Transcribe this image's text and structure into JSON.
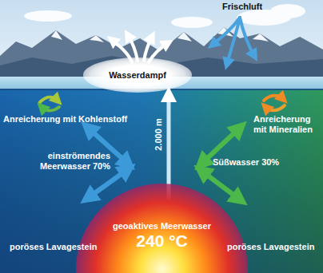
{
  "diagram": {
    "nodes": [
      {
        "text": [
          "Wasserdampf"
        ]
      },
      {
        "text": [
          "geoaktives Meerwasser",
          "240 °C"
        ]
      }
    ],
    "labels": [
      "Frischluft",
      "Anreicherung mit Kohlenstoff",
      "Anreicherung mit Mineralien",
      "einströmendes Meerwasser 70%",
      "Süßwasser 30%",
      "2.000 m",
      "poröses Lavagestein",
      "poröses Lavagestein"
    ]
  }
}
